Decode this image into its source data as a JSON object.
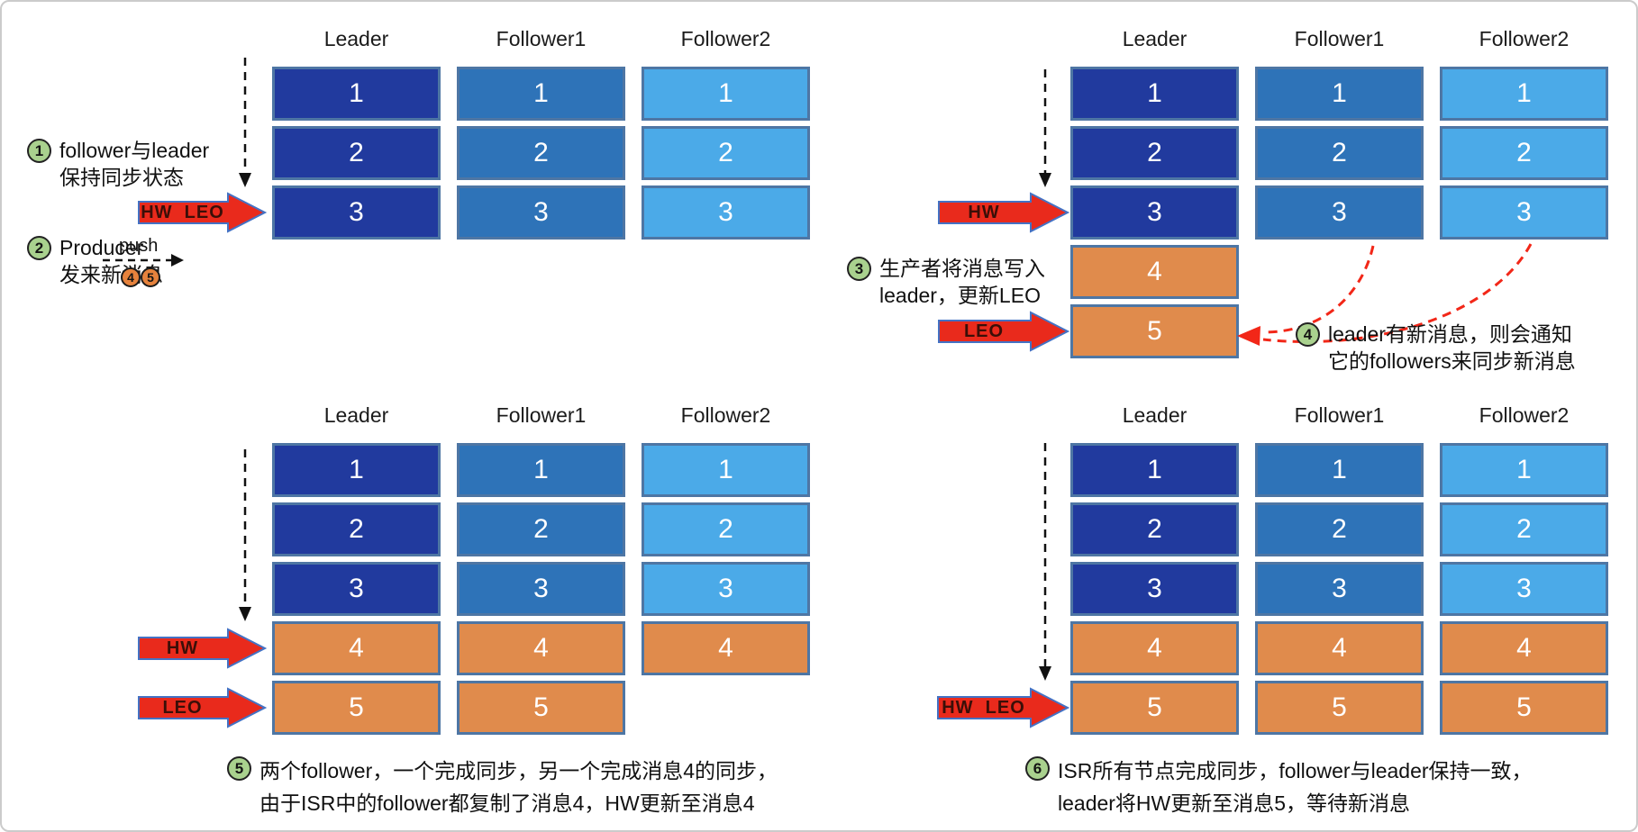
{
  "colors": {
    "leader_block": "#213A9E",
    "follower1_block": "#2E73B8",
    "follower2_block": "#4BAAE8",
    "new_message_block": "#E08B4C",
    "block_border": "#4E76A4",
    "pointer_arrow_fill": "#E92A1C",
    "pointer_arrow_border": "#4472C4",
    "sync_curve_red": "#F22718",
    "dashed_line_black": "#111111",
    "step_badge_green": "#A9D18E",
    "message_badge_orange": "#E6823C"
  },
  "pointers": {
    "q1_hw_leo": "HW  LEO",
    "q2_hw": "HW",
    "q2_leo": "LEO",
    "q3_hw": "HW",
    "q3_leo": "LEO",
    "q4_hw_leo": "HW  LEO"
  },
  "annotations": {
    "note1": {
      "badge": "1",
      "line1": "follower与leader",
      "line2": "保持同步状态"
    },
    "note2": {
      "badge": "2",
      "line1": "Producer",
      "line2": "发来新消息",
      "push_label": "push",
      "pending_messages": [
        "4",
        "5"
      ]
    },
    "note3": {
      "badge": "3",
      "line1": "生产者将消息写入",
      "line2": "leader，更新LEO"
    },
    "note4": {
      "badge": "4",
      "line1": "leader有新消息，则会通知",
      "line2": "它的followers来同步新消息"
    },
    "note5": {
      "badge": "5",
      "line1": "两个follower，一个完成同步，另一个完成消息4的同步，",
      "line2": "由于ISR中的follower都复制了消息4，HW更新至消息4"
    },
    "note6": {
      "badge": "6",
      "line1": "ISR所有节点完成同步，follower与leader保持一致，",
      "line2": "leader将HW更新至消息5，等待新消息"
    }
  },
  "quadrants": [
    {
      "name": "step-1-2",
      "columns": [
        {
          "label": "Leader",
          "palette": "leader",
          "blocks": [
            1,
            2,
            3
          ]
        },
        {
          "label": "Follower1",
          "palette": "follower1",
          "blocks": [
            1,
            2,
            3
          ]
        },
        {
          "label": "Follower2",
          "palette": "follower2",
          "blocks": [
            1,
            2,
            3
          ]
        }
      ]
    },
    {
      "name": "step-3-4",
      "columns": [
        {
          "label": "Leader",
          "palette": "leader",
          "blocks": [
            1,
            2,
            3,
            4,
            5
          ]
        },
        {
          "label": "Follower1",
          "palette": "follower1",
          "blocks": [
            1,
            2,
            3
          ]
        },
        {
          "label": "Follower2",
          "palette": "follower2",
          "blocks": [
            1,
            2,
            3
          ]
        }
      ]
    },
    {
      "name": "step-5",
      "columns": [
        {
          "label": "Leader",
          "palette": "leader",
          "blocks": [
            1,
            2,
            3,
            4,
            5
          ]
        },
        {
          "label": "Follower1",
          "palette": "follower1",
          "blocks": [
            1,
            2,
            3,
            4,
            5
          ]
        },
        {
          "label": "Follower2",
          "palette": "follower2",
          "blocks": [
            1,
            2,
            3,
            4
          ]
        }
      ]
    },
    {
      "name": "step-6",
      "columns": [
        {
          "label": "Leader",
          "palette": "leader",
          "blocks": [
            1,
            2,
            3,
            4,
            5
          ]
        },
        {
          "label": "Follower1",
          "palette": "follower1",
          "blocks": [
            1,
            2,
            3,
            4,
            5
          ]
        },
        {
          "label": "Follower2",
          "palette": "follower2",
          "blocks": [
            1,
            2,
            3,
            4,
            5
          ]
        }
      ]
    }
  ]
}
